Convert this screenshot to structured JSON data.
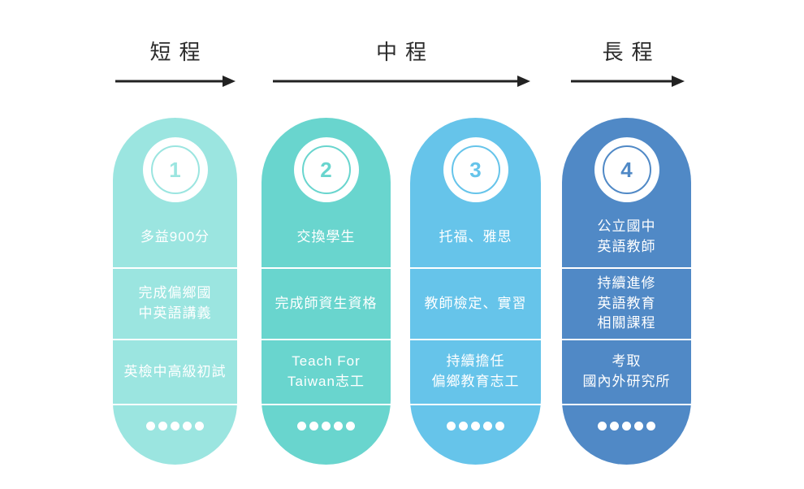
{
  "theme": {
    "arrow": "#222222",
    "label": "#2b2b2b",
    "page-bg": "#ffffff",
    "text-on-pill": "#ffffff"
  },
  "phases": [
    {
      "label": "短程"
    },
    {
      "label": "中程"
    },
    {
      "label": "長程"
    }
  ],
  "columns": [
    {
      "number": "1",
      "color": "#9BE5E0",
      "items": [
        "多益900分",
        "完成偏鄉國\n中英語講義",
        "英檢中高級初試"
      ],
      "dots": 5
    },
    {
      "number": "2",
      "color": "#69D5CE",
      "items": [
        "交換學生",
        "完成師資生資格",
        "Teach For\nTaiwan志工"
      ],
      "dots": 5
    },
    {
      "number": "3",
      "color": "#66C4EA",
      "items": [
        "托福、雅思",
        "教師檢定、實習",
        "持續擔任\n偏鄉教育志工"
      ],
      "dots": 5
    },
    {
      "number": "4",
      "color": "#5089C6",
      "items": [
        "公立國中\n英語教師",
        "持續進修\n英語教育\n相關課程",
        "考取\n國內外研究所"
      ],
      "dots": 5
    }
  ]
}
